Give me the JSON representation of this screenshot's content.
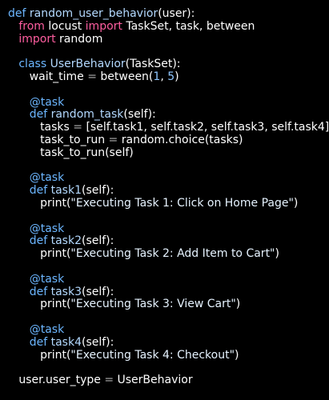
{
  "code": {
    "l1_kw": "def",
    "l1_fn": "random_user_behavior",
    "l1_rest": "(user):",
    "l2_from": "from",
    "l2_mod": "locust",
    "l2_import": "import",
    "l2_names": "TaskSet, task, between",
    "l3_import": "import",
    "l3_mod": "random",
    "l5_kw": "class",
    "l5_name": "UserBehavior",
    "l5_rest": "(TaskSet):",
    "l6_a": "wait_time",
    "l6_eq": "=",
    "l6_b": "between(",
    "l6_n1": "1",
    "l6_c": ",",
    "l6_n2": "5",
    "l6_d": ")",
    "l8_dec": "@task",
    "l9_kw": "def",
    "l9_fn": "random_task",
    "l9_rest": "(self):",
    "l10_a": "tasks",
    "l10_eq": "=",
    "l10_b": "[self.task1, self.task2, self.task3, self.task4]",
    "l11_a": "task_to_run",
    "l11_eq": "=",
    "l11_b": "random.choice(tasks)",
    "l12": "task_to_run(self)",
    "l14_dec": "@task",
    "l15_kw": "def",
    "l15_fn": "task1",
    "l15_rest": "(self):",
    "l16_a": "print(",
    "l16_str": "\"Executing Task 1: Click on Home Page\"",
    "l16_b": ")",
    "l18_dec": "@task",
    "l19_kw": "def",
    "l19_fn": "task2",
    "l19_rest": "(self):",
    "l20_a": "print(",
    "l20_str": "\"Executing Task 2: Add Item to Cart\"",
    "l20_b": ")",
    "l22_dec": "@task",
    "l23_kw": "def",
    "l23_fn": "task3",
    "l23_rest": "(self):",
    "l24_a": "print(",
    "l24_str": "\"Executing Task 3: View Cart\"",
    "l24_b": ")",
    "l26_dec": "@task",
    "l27_kw": "def",
    "l27_fn": "task4",
    "l27_rest": "(self):",
    "l28_a": "print(",
    "l28_str": "\"Executing Task 4: Checkout\"",
    "l28_b": ")",
    "l30_a": "user.user_type",
    "l30_eq": "=",
    "l30_b": "UserBehavior"
  },
  "colors": {
    "background": "#000000",
    "keyword": "#6cb6ff",
    "import_keyword": "#ff5ea0",
    "text": "#ffffff"
  }
}
